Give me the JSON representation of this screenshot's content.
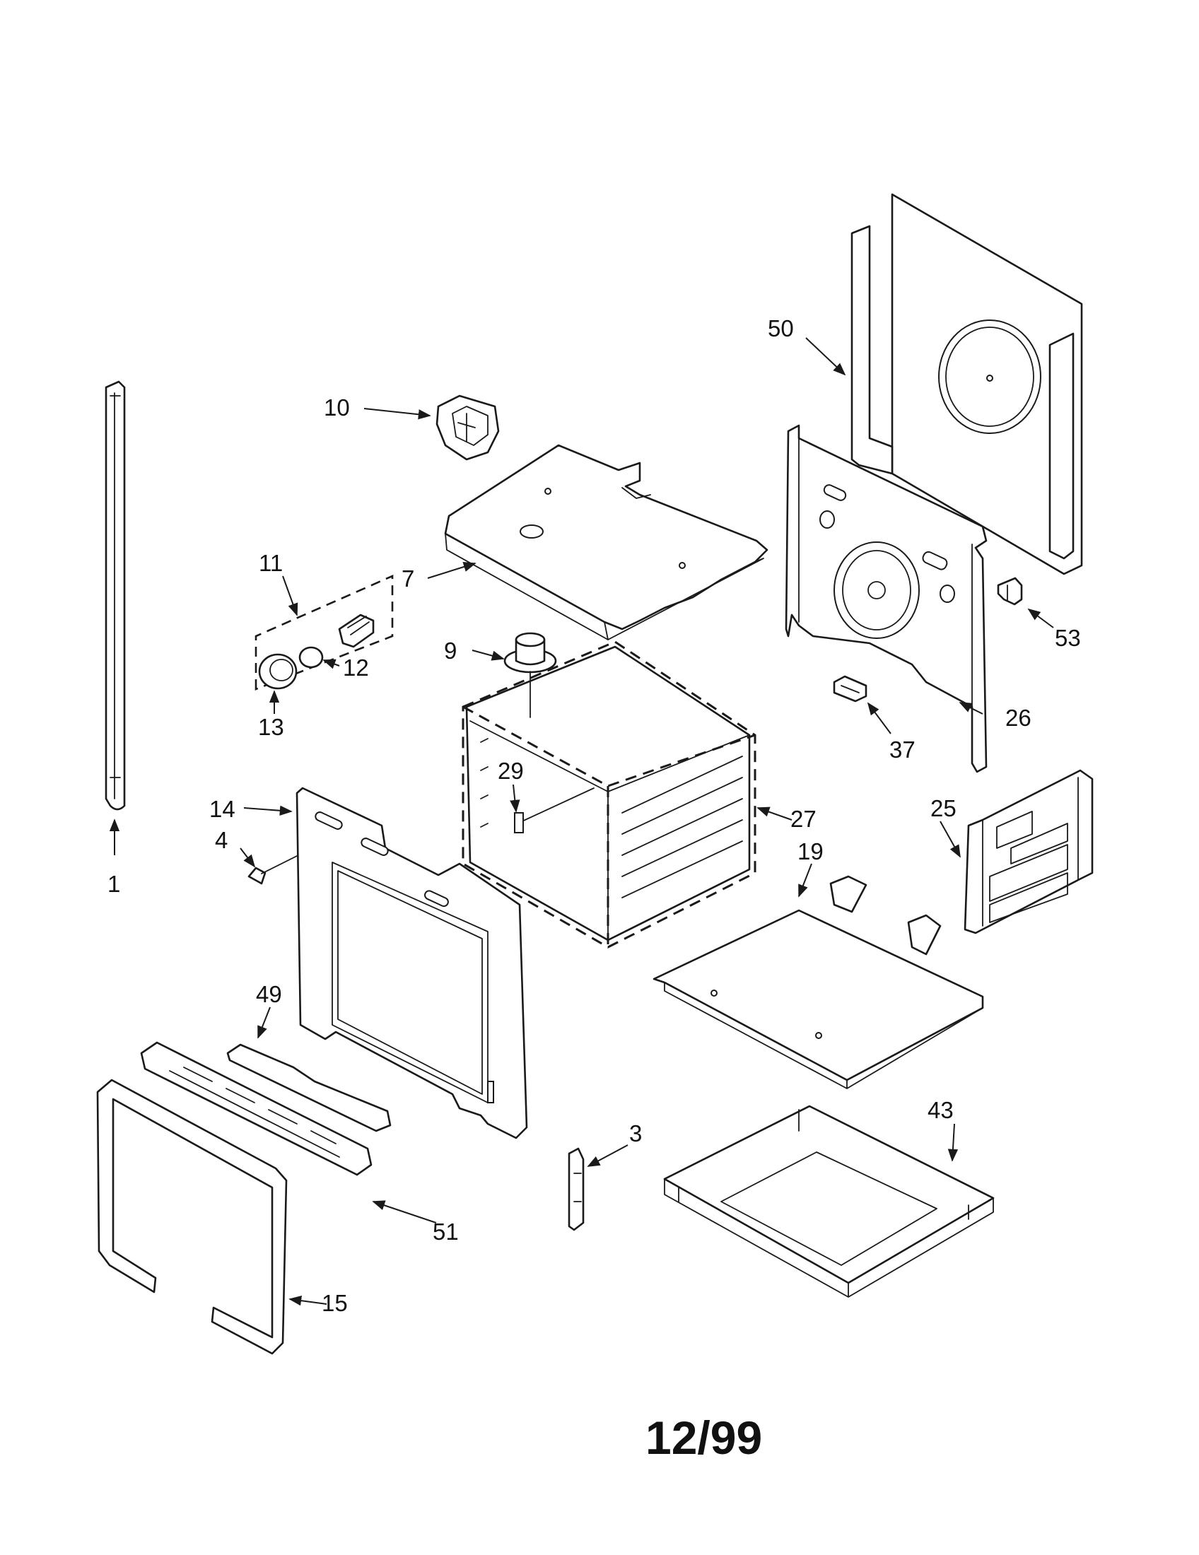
{
  "callouts": [
    {
      "id": "p1",
      "text": "1"
    },
    {
      "id": "p3",
      "text": "3"
    },
    {
      "id": "p4",
      "text": "4"
    },
    {
      "id": "p7",
      "text": "7"
    },
    {
      "id": "p9",
      "text": "9"
    },
    {
      "id": "p10",
      "text": "10"
    },
    {
      "id": "p11",
      "text": "11"
    },
    {
      "id": "p12",
      "text": "12"
    },
    {
      "id": "p13",
      "text": "13"
    },
    {
      "id": "p14",
      "text": "14"
    },
    {
      "id": "p15",
      "text": "15"
    },
    {
      "id": "p19",
      "text": "19"
    },
    {
      "id": "p25",
      "text": "25"
    },
    {
      "id": "p26",
      "text": "26"
    },
    {
      "id": "p27",
      "text": "27"
    },
    {
      "id": "p29",
      "text": "29"
    },
    {
      "id": "p37",
      "text": "37"
    },
    {
      "id": "p43",
      "text": "43"
    },
    {
      "id": "p49",
      "text": "49"
    },
    {
      "id": "p50",
      "text": "50"
    },
    {
      "id": "p51",
      "text": "51"
    },
    {
      "id": "p53",
      "text": "53"
    }
  ],
  "revision_date": "12/99"
}
